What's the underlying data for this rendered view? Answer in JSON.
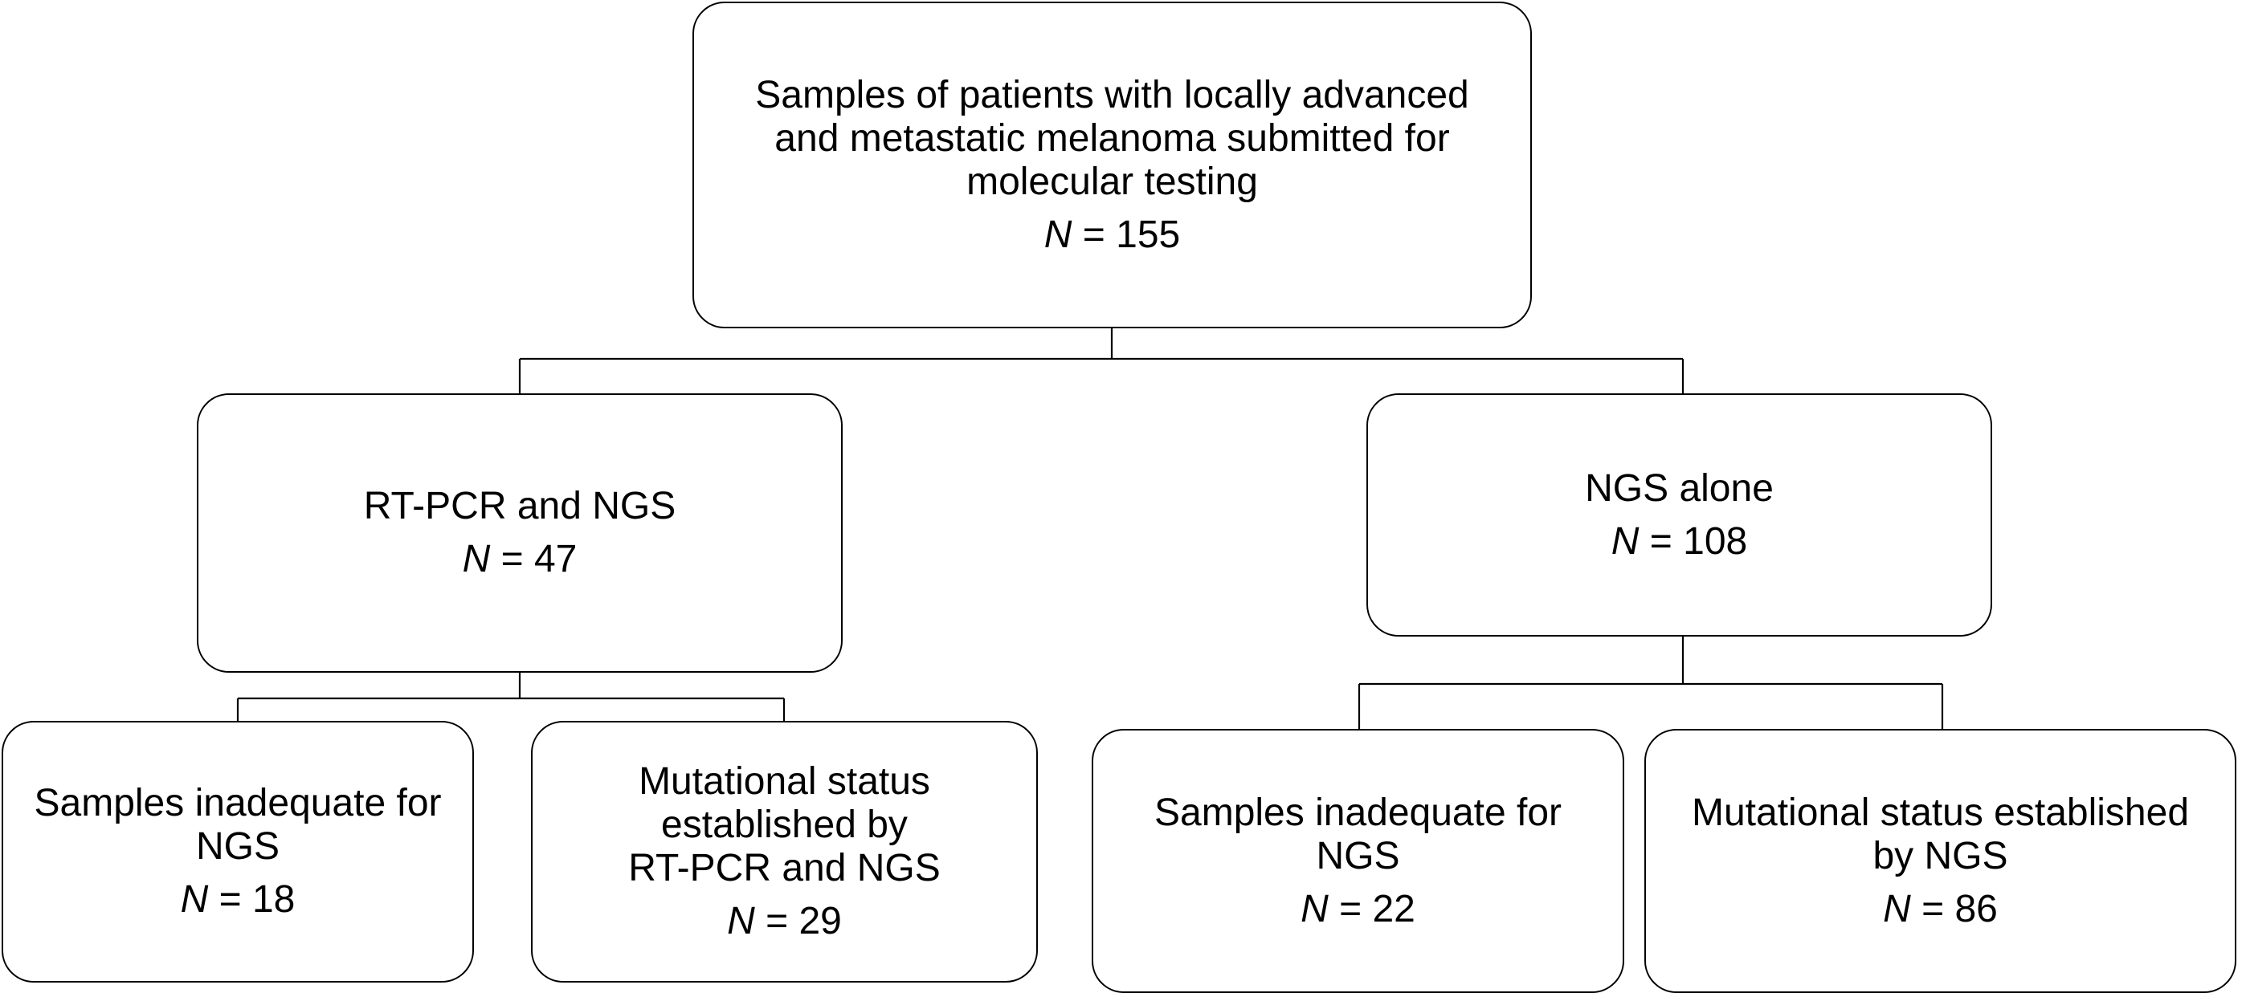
{
  "diagram": {
    "root": {
      "label": "Samples of patients with locally advanced\nand metastatic melanoma submitted for\nmolecular testing",
      "n_symbol": "N",
      "n_value": " = 155"
    },
    "branches": [
      {
        "label": "RT-PCR and NGS",
        "n_symbol": "N",
        "n_value": " = 47",
        "children": [
          {
            "label": "Samples inadequate for\nNGS",
            "n_symbol": "N",
            "n_value": " = 18"
          },
          {
            "label": "Mutational status\nestablished by\nRT-PCR and NGS",
            "n_symbol": "N",
            "n_value": " = 29"
          }
        ]
      },
      {
        "label": "NGS alone",
        "n_symbol": "N",
        "n_value": " = 108",
        "children": [
          {
            "label": "Samples inadequate for\nNGS",
            "n_symbol": "N",
            "n_value": " = 22"
          },
          {
            "label": "Mutational status established\nby NGS",
            "n_symbol": "N",
            "n_value": " = 86"
          }
        ]
      }
    ]
  }
}
